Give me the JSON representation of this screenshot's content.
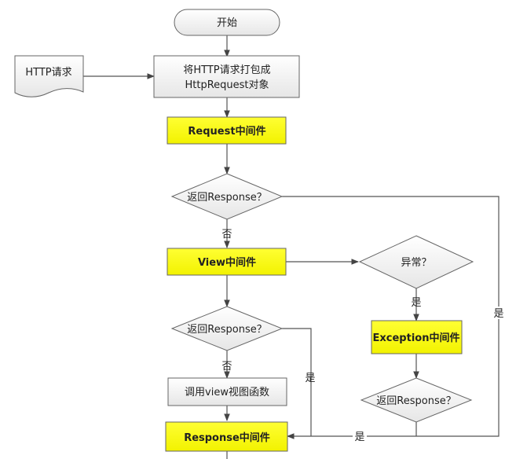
{
  "flow": {
    "start": "开始",
    "input": "HTTP请求",
    "wrap_line1": "将HTTP请求打包成",
    "wrap_line2": "HttpRequest对象",
    "request_mw": "Request中间件",
    "decision_1": "返回Response？",
    "no_1": "否",
    "view_mw": "View中间件",
    "exception_decision": "异常？",
    "yes_exception": "是",
    "decision_2": "返回Response？",
    "no_2": "否",
    "yes_2": "是",
    "call_view": "调用view视图函数",
    "exception_mw": "Exception中间件",
    "decision_3": "返回Response？",
    "yes_3": "是",
    "yes_1": "是",
    "response_mw": "Response中间件"
  },
  "colors": {
    "yellow_fill": "#ffff00",
    "gray_fill": "#f1f1f1",
    "stroke": "#555555"
  }
}
